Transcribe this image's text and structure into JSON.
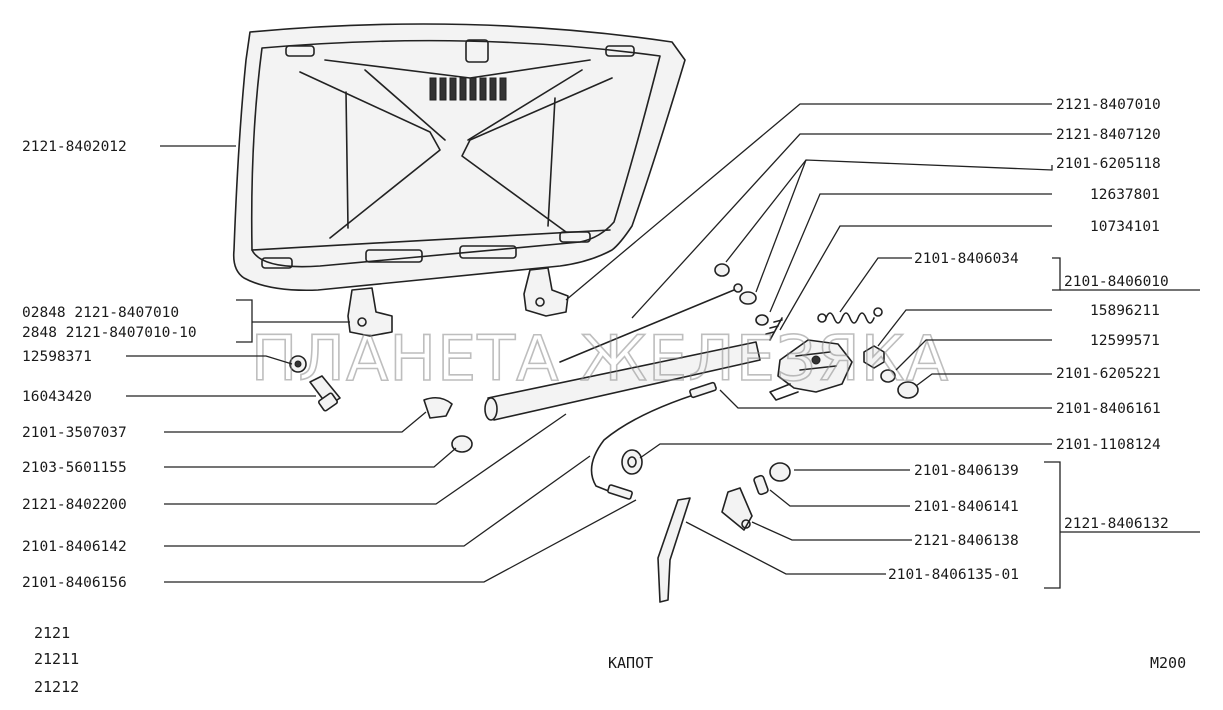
{
  "watermark": "ПЛАНЕТА ЖЕЛЕЗЯКА",
  "caption": {
    "models": [
      "2121",
      "21211",
      "21212"
    ],
    "title": "КАПОТ",
    "code": "М200"
  },
  "labels": [
    {
      "id": "l01",
      "text": "2121-8402012"
    },
    {
      "id": "l02",
      "text": "02848 2121-8407010"
    },
    {
      "id": "l03",
      "text": "2848 2121-8407010-10"
    },
    {
      "id": "l04",
      "text": "12598371"
    },
    {
      "id": "l05",
      "text": "16043420"
    },
    {
      "id": "l06",
      "text": "2101-3507037"
    },
    {
      "id": "l07",
      "text": "2103-5601155"
    },
    {
      "id": "l08",
      "text": "2121-8402200"
    },
    {
      "id": "l09",
      "text": "2101-8406142"
    },
    {
      "id": "l10",
      "text": "2101-8406156"
    },
    {
      "id": "r01",
      "text": "2121-8407010"
    },
    {
      "id": "r02",
      "text": "2121-8407120"
    },
    {
      "id": "r03",
      "text": "2101-6205118"
    },
    {
      "id": "r04",
      "text": "12637801"
    },
    {
      "id": "r05",
      "text": "10734101"
    },
    {
      "id": "r06",
      "text": "2101-8406034"
    },
    {
      "id": "r07",
      "text": "2101-8406010"
    },
    {
      "id": "r08",
      "text": "15896211"
    },
    {
      "id": "r09",
      "text": "12599571"
    },
    {
      "id": "r10",
      "text": "2101-6205221"
    },
    {
      "id": "r11",
      "text": "2101-8406161"
    },
    {
      "id": "r12",
      "text": "2101-1108124"
    },
    {
      "id": "r13",
      "text": "2101-8406139"
    },
    {
      "id": "r14",
      "text": "2101-8406141"
    },
    {
      "id": "r15",
      "text": "2121-8406138"
    },
    {
      "id": "r16",
      "text": "2121-8406132"
    },
    {
      "id": "r17",
      "text": "2101-8406135-01"
    }
  ]
}
